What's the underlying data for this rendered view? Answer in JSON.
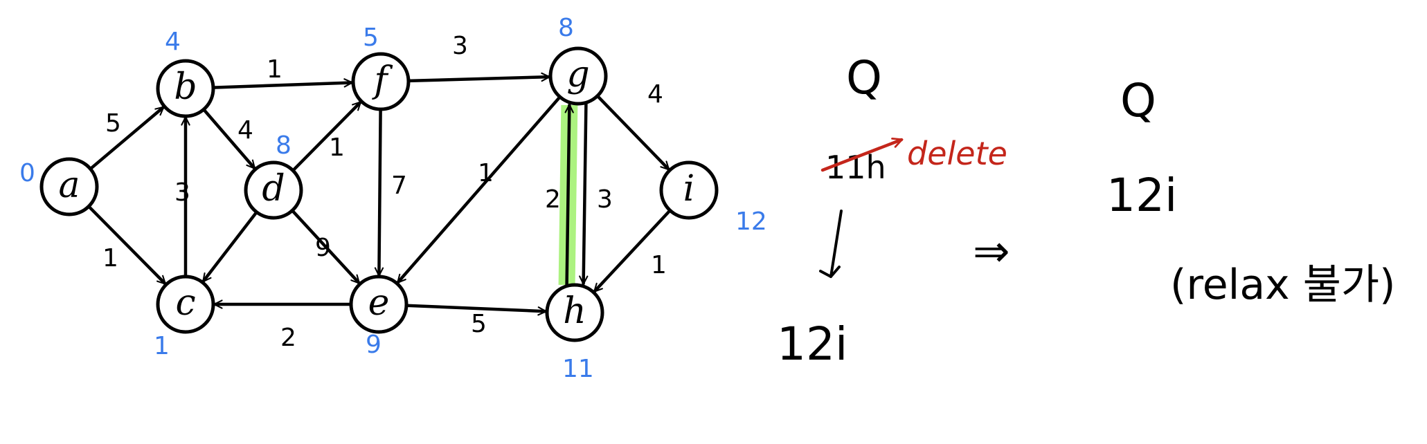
{
  "graph": {
    "nodes": [
      {
        "id": "a",
        "label": "a",
        "dist": "0"
      },
      {
        "id": "b",
        "label": "b",
        "dist": "4"
      },
      {
        "id": "c",
        "label": "c",
        "dist": "1"
      },
      {
        "id": "d",
        "label": "d",
        "dist": "8"
      },
      {
        "id": "e",
        "label": "e",
        "dist": "9"
      },
      {
        "id": "f",
        "label": "f",
        "dist": "5"
      },
      {
        "id": "g",
        "label": "g",
        "dist": "8"
      },
      {
        "id": "h",
        "label": "h",
        "dist": "11"
      },
      {
        "id": "i",
        "label": "i",
        "dist": "12"
      }
    ],
    "edges": [
      {
        "from": "a",
        "to": "b",
        "weight": "5"
      },
      {
        "from": "a",
        "to": "c",
        "weight": "1"
      },
      {
        "from": "c",
        "to": "b",
        "weight": "3"
      },
      {
        "from": "b",
        "to": "f",
        "weight": "1"
      },
      {
        "from": "b",
        "to": "d",
        "weight": "4"
      },
      {
        "from": "d",
        "to": "c",
        "weight": ""
      },
      {
        "from": "d",
        "to": "f",
        "weight": "1"
      },
      {
        "from": "d",
        "to": "e",
        "weight": "9"
      },
      {
        "from": "e",
        "to": "c",
        "weight": "2"
      },
      {
        "from": "f",
        "to": "e",
        "weight": "7"
      },
      {
        "from": "f",
        "to": "g",
        "weight": "3"
      },
      {
        "from": "g",
        "to": "e",
        "weight": "1"
      },
      {
        "from": "e",
        "to": "h",
        "weight": "5"
      },
      {
        "from": "h",
        "to": "g",
        "weight": "2",
        "highlight": true
      },
      {
        "from": "g",
        "to": "h",
        "weight": "3"
      },
      {
        "from": "g",
        "to": "i",
        "weight": "4"
      },
      {
        "from": "i",
        "to": "h",
        "weight": "1"
      }
    ],
    "highlight_color": "#9ef06a",
    "dist_color": "#3a7bea"
  },
  "notes": {
    "left": {
      "queue_label": "Q",
      "removed_item": "11h",
      "delete_word": "delete",
      "remaining_item": "12i"
    },
    "arrow": "⇒",
    "right": {
      "queue_label": "Q",
      "item": "12i",
      "comment": "(relax 불가)"
    },
    "ink_color": "#c4261b"
  }
}
